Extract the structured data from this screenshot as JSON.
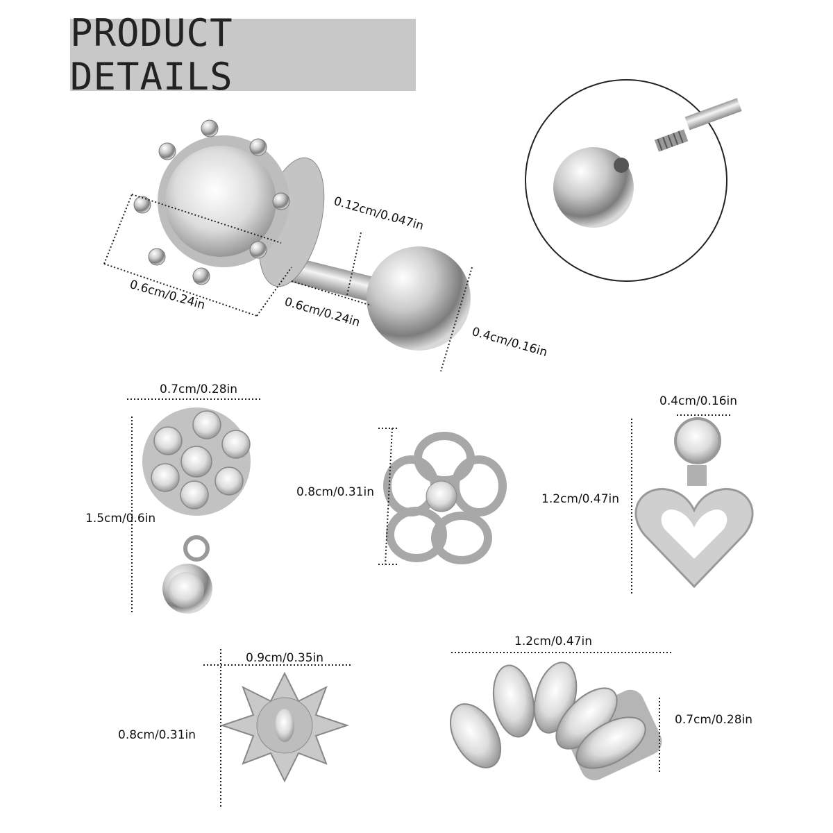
{
  "header": {
    "title": "PRODUCT DETAILS"
  },
  "dimensions": {
    "crown_ball_diameter": "0.6cm/0.24in",
    "crown_stud_length": "0.6cm/0.24in",
    "bar_thickness": "0.12cm/0.047in",
    "back_ball": "0.4cm/0.16in",
    "flower_drop_width": "0.7cm/0.28in",
    "flower_drop_height": "1.5cm/0.6in",
    "open_flower_height": "0.8cm/0.31in",
    "heart_top_width": "0.4cm/0.16in",
    "heart_height": "1.2cm/0.47in",
    "sun_width": "0.9cm/0.35in",
    "sun_height": "0.8cm/0.31in",
    "marquise_width": "1.2cm/0.47in",
    "marquise_height": "0.7cm/0.28in"
  },
  "colors": {
    "title_bg": "#c8c8c8",
    "metal": "#b8b8b8",
    "guide_line": "#222222"
  }
}
